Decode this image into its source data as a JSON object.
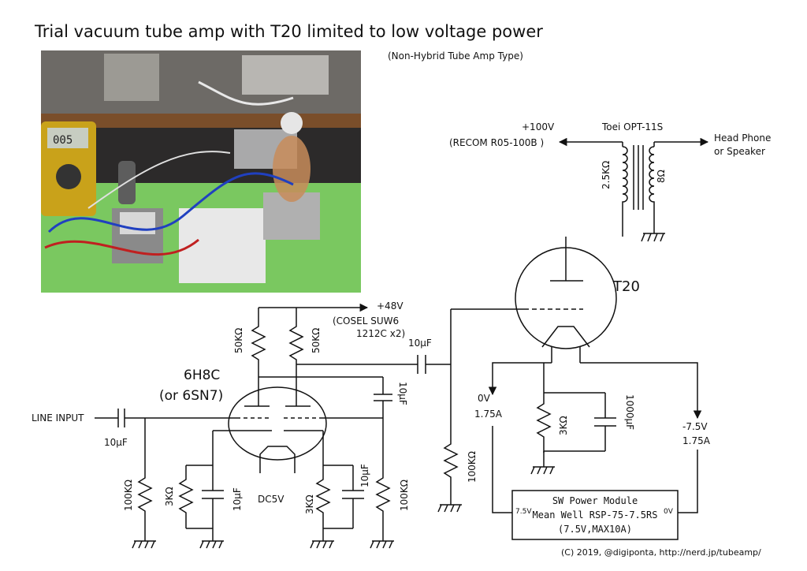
{
  "title": "Trial vacuum tube amp with T20 limited to low voltage power",
  "subtitle": "(Non-Hybrid Tube Amp Type)",
  "photo": {
    "multimeter_reading": "005"
  },
  "labels": {
    "plus100v": "+100V",
    "recom": "(RECOM R05-100B )",
    "transformer": "Toei OPT-11S",
    "headphone_line1": "Head Phone",
    "headphone_line2": "or Speaker",
    "r_2_5k": "2.5KΩ",
    "r_8": "8Ω",
    "t20": "T20",
    "plus48v": "+48V",
    "cosel_line1": "(COSEL SUW6",
    "cosel_line2": "1212C x2)",
    "cap_couple": "10μF",
    "tube_6h8c": "6H8C",
    "tube_6sn7": "(or 6SN7)",
    "r_50k_a": "50KΩ",
    "r_50k_b": "50KΩ",
    "cap_mid": "10μF",
    "line_input": "LINE INPUT",
    "cap_input": "10μF",
    "r_100k_left": "100KΩ",
    "r_3k_left": "3KΩ",
    "cap_left_k": "10μF",
    "dc5v": "DC5V",
    "r_3k_right": "3KΩ",
    "cap_right_k": "10μF",
    "r_100k_right": "100KΩ",
    "r_100k_grid": "100KΩ",
    "v0": "0V",
    "a175_left": "1.75A",
    "r_3k_t20": "3KΩ",
    "cap_1000": "1000μF",
    "minus75": "-7.5V",
    "a175_right": "1.75A",
    "psu_line1": "SW Power Module",
    "psu_line2": "Mean Well RSP-75-7.5RS",
    "psu_line3": "(7.5V,MAX10A)",
    "psu_v75": "7.5V",
    "psu_v0": "0V",
    "copyright": "(C) 2019, @digiponta, http://nerd.jp/tubeamp/"
  }
}
